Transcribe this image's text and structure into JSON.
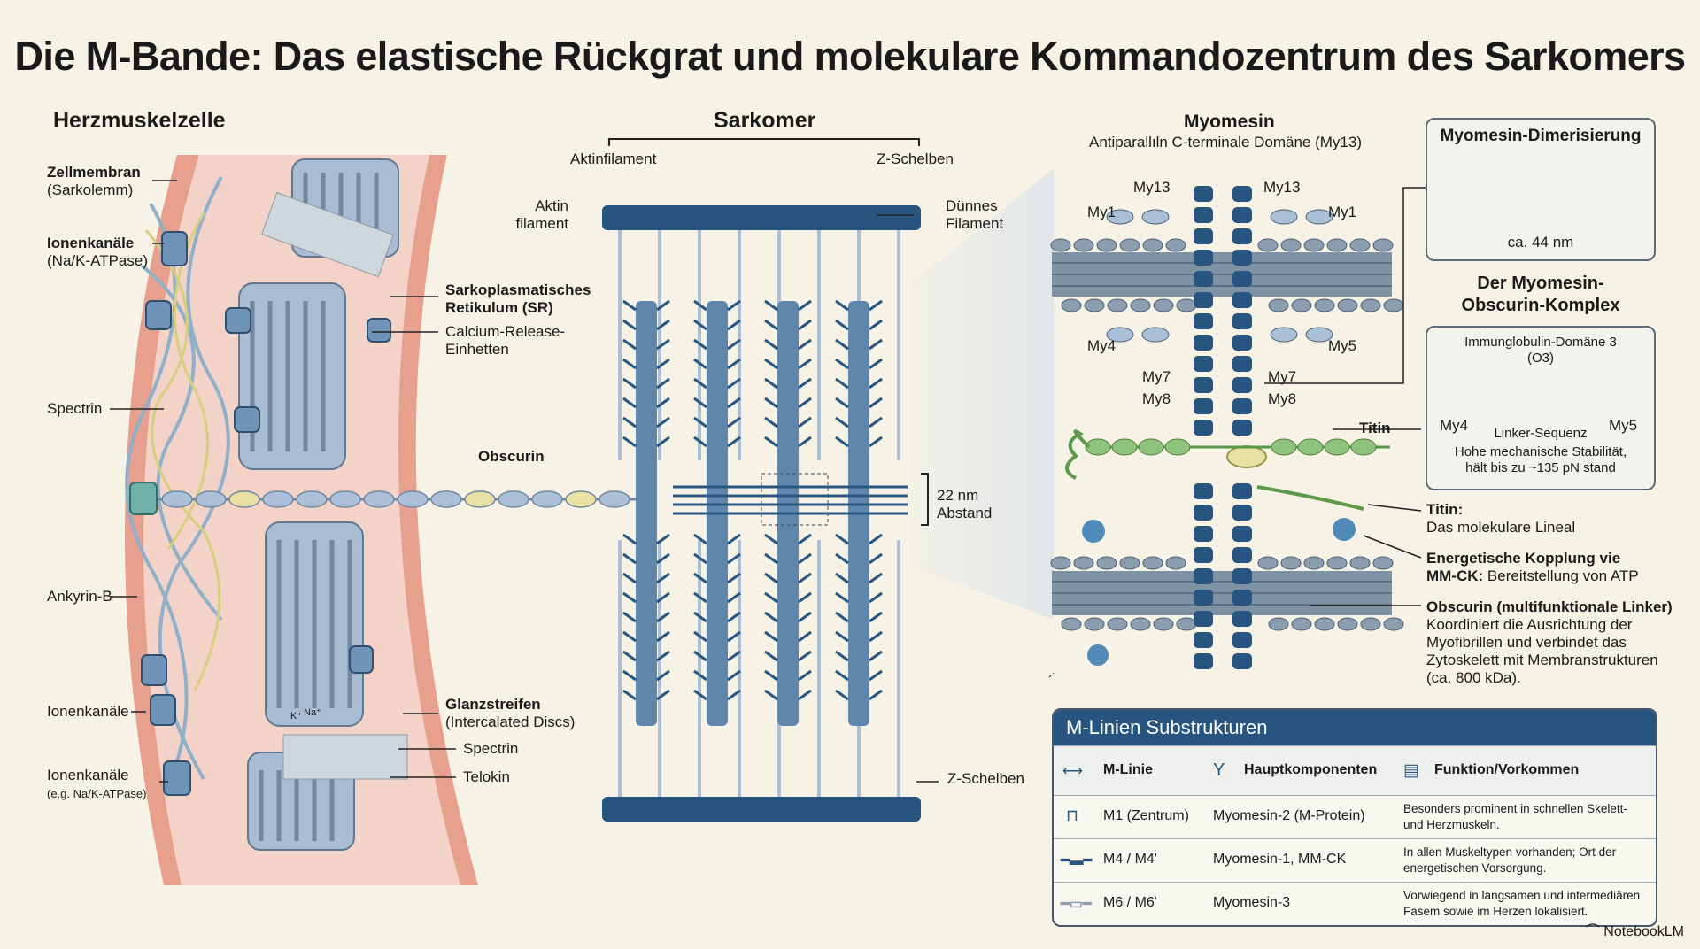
{
  "title": "Die M-Bande: Das elastische Rückgrat und molekulare Kommandozentrum des Sarkomers",
  "cell": {
    "title": "Herzmuskelzelle",
    "labels": {
      "membrane_bold": "Zellmembran",
      "membrane_sub": "(Sarkolemm)",
      "ion1_bold": "Ionenkanäle",
      "ion1_sub": "(Na/K-ATPase)",
      "sr_bold1": "Sarkoplasmatisches",
      "sr_bold2": "Retikulum (SR)",
      "calcium1": "Calcium-Release-",
      "calcium2": "Einhetten",
      "spectrin": "Spectrin",
      "obscurin": "Obscurin",
      "ankyrin": "Ankyrin-B",
      "ion2": "Ionenkanäle",
      "glanz_bold": "Glanzstreifen",
      "glanz_sub": "(Intercalated Discs)",
      "spectrin2": "Spectrin",
      "telokin": "Telokin",
      "ion3": "Ionenkanäle",
      "ion3_sub": "(e.g. Na/K-ATPase)",
      "k_ion": "K⁺",
      "na_ion": "Na⁺"
    }
  },
  "sarcomere": {
    "title": "Sarkomer",
    "labels": {
      "actin_top": "Aktinfilament",
      "z_top": "Z-Schelben",
      "actin_left1": "Aktin",
      "actin_left2": "filament",
      "thin1": "Dünnes",
      "thin2": "Filament",
      "spacing1": "22 nm",
      "spacing2": "Abstand",
      "z_bottom": "Z-Schelben"
    }
  },
  "myomesin": {
    "title": "Myomesin",
    "subtitle": "Antiparallıln C-terminale Domäne (My13)",
    "labels": {
      "my13_left": "My13",
      "my13_right": "My13",
      "my1_left": "My1",
      "my1_right": "My1",
      "my4": "My4",
      "my5": "My5",
      "my7_left": "My7",
      "my7_right": "My7",
      "my8_left": "My8",
      "my8_right": "My8",
      "titin": "Titin",
      "titin_note_bold": "Titin:",
      "titin_note": "Das molekulare Lineal",
      "energy_bold1": "Energetische Kopplung vie",
      "energy_bold2": "MM-CK:",
      "energy_text": " Bereitstellung von ATP",
      "obscurin_bold": "Obscurin (multifunktionale Linker)",
      "obscurin_l1": "Koordiniert die Ausrichtung der",
      "obscurin_l2": "Myofibrillen und verbindet das",
      "obscurin_l3": "Zytoskelett mit Membranstrukturen",
      "obscurin_l4": "(ca. 800 kDa)."
    }
  },
  "dimer_panel": {
    "title": "Myomesin-Dimerisierung",
    "scale": "ca. 44 nm"
  },
  "complex_panel": {
    "title1": "Der Myomesin-",
    "title2": "Obscurin-Komplex",
    "domain1": "Immunglobulin-Domäne 3",
    "domain2": "(O3)",
    "my4": "My4",
    "my5": "My5",
    "linker": "Linker-Sequenz",
    "stability1": "Hohe mechanische Stabilität,",
    "stability2": "hält bis zu ~135 pN stand"
  },
  "table": {
    "title": "M-Linien Substrukturen",
    "headers": [
      "M-Linie",
      "Hauptkomponenten",
      "Funktion/Vorkommen"
    ],
    "rows": [
      {
        "line": "M1 (Zentrum)",
        "components": "Myomesin-2 (M-Protein)",
        "fn1": "Besonders prominent in schnellen Skelett-",
        "fn2": "und Herzmuskeln."
      },
      {
        "line": "M4 / M4'",
        "components": "Myomesin-1, MM-CK",
        "fn1": "In allen Muskeltypen vorhanden; Ort der",
        "fn2": "energetischen Vorsorgung."
      },
      {
        "line": "M6 / M6'",
        "components": "Myomesin-3",
        "fn1": "Vorwiegend in langsamen und intermediären",
        "fn2": "Fasem sowie im Herzen lokalisiert."
      }
    ]
  },
  "brand": "NotebookLM",
  "colors": {
    "dark_blue": "#27557f",
    "mid_blue": "#5f87ad",
    "light_blue": "#a9c0d8",
    "grey_blue": "#8c9db0",
    "pink": "#f3d3c8",
    "membrane": "#e7a08e",
    "green": "#8fc27a",
    "yellow": "#e9e1a3"
  }
}
